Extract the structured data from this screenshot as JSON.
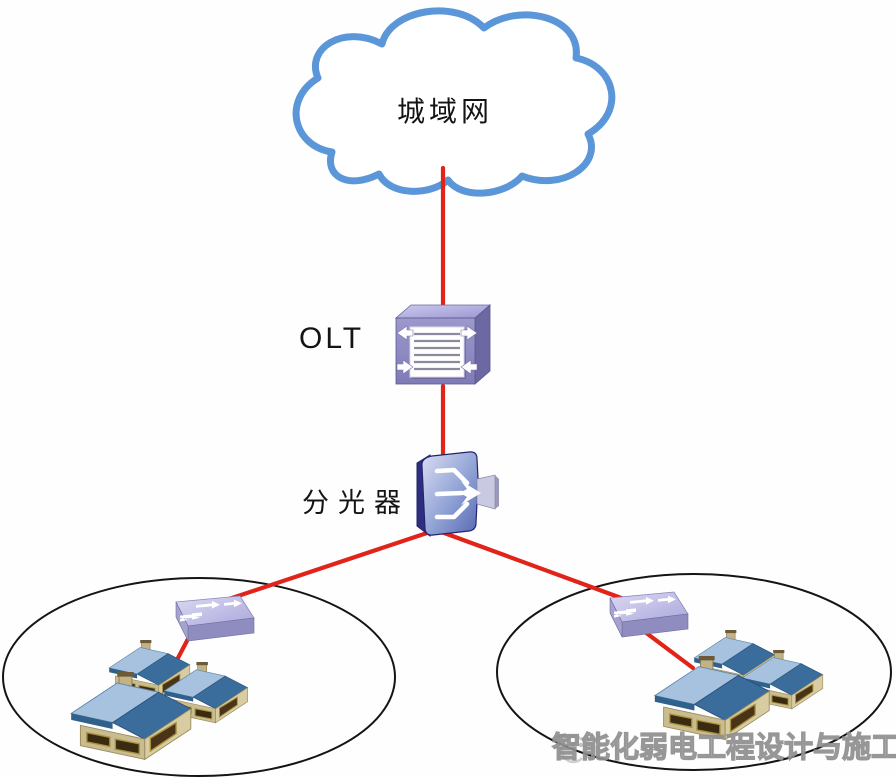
{
  "cloud": {
    "label": "城域网",
    "outline_color": "#5b97d8"
  },
  "olt": {
    "label": "OLT",
    "body_color": "#8b87c6",
    "side_color": "#6b68a2",
    "top_color": "#b5b2e0"
  },
  "splitter": {
    "label": "分光器",
    "body_color_dark": "#2e2e80",
    "body_color_light": "#b9c4e8"
  },
  "watermark": {
    "text": "智能化弱电工程设计与施工",
    "color": "#9a9a9a"
  },
  "colors": {
    "fiber_link": "#e2231a",
    "service_area_outline": "#141414",
    "switch_top": "#c9c7ea",
    "switch_front": "#8f8cc0",
    "house_roof_dark": "#3a6c9c",
    "house_roof_light": "#a6c2de",
    "house_wall": "#c9bc8f",
    "house_window": "#3a2a10",
    "background": "#fefefe"
  },
  "icons": [
    "cloud-icon",
    "olt-switch-icon",
    "optical-splitter-icon",
    "workgroup-switch-icon",
    "house-icon",
    "watermark-logo-icon"
  ],
  "topology": {
    "nodes": [
      {
        "id": "metro-network-cloud",
        "label": "城域网"
      },
      {
        "id": "olt",
        "label": "OLT"
      },
      {
        "id": "optical-splitter",
        "label": "分光器"
      },
      {
        "id": "switch-left",
        "label": ""
      },
      {
        "id": "switch-right",
        "label": ""
      },
      {
        "id": "homes-cluster-left",
        "label": ""
      },
      {
        "id": "homes-cluster-right",
        "label": ""
      }
    ],
    "links": [
      {
        "from": "metro-network-cloud",
        "to": "olt"
      },
      {
        "from": "olt",
        "to": "optical-splitter"
      },
      {
        "from": "optical-splitter",
        "to": "switch-left"
      },
      {
        "from": "optical-splitter",
        "to": "switch-right"
      },
      {
        "from": "switch-left",
        "to": "homes-cluster-left"
      },
      {
        "from": "switch-right",
        "to": "homes-cluster-right"
      }
    ],
    "service_areas": 2
  }
}
